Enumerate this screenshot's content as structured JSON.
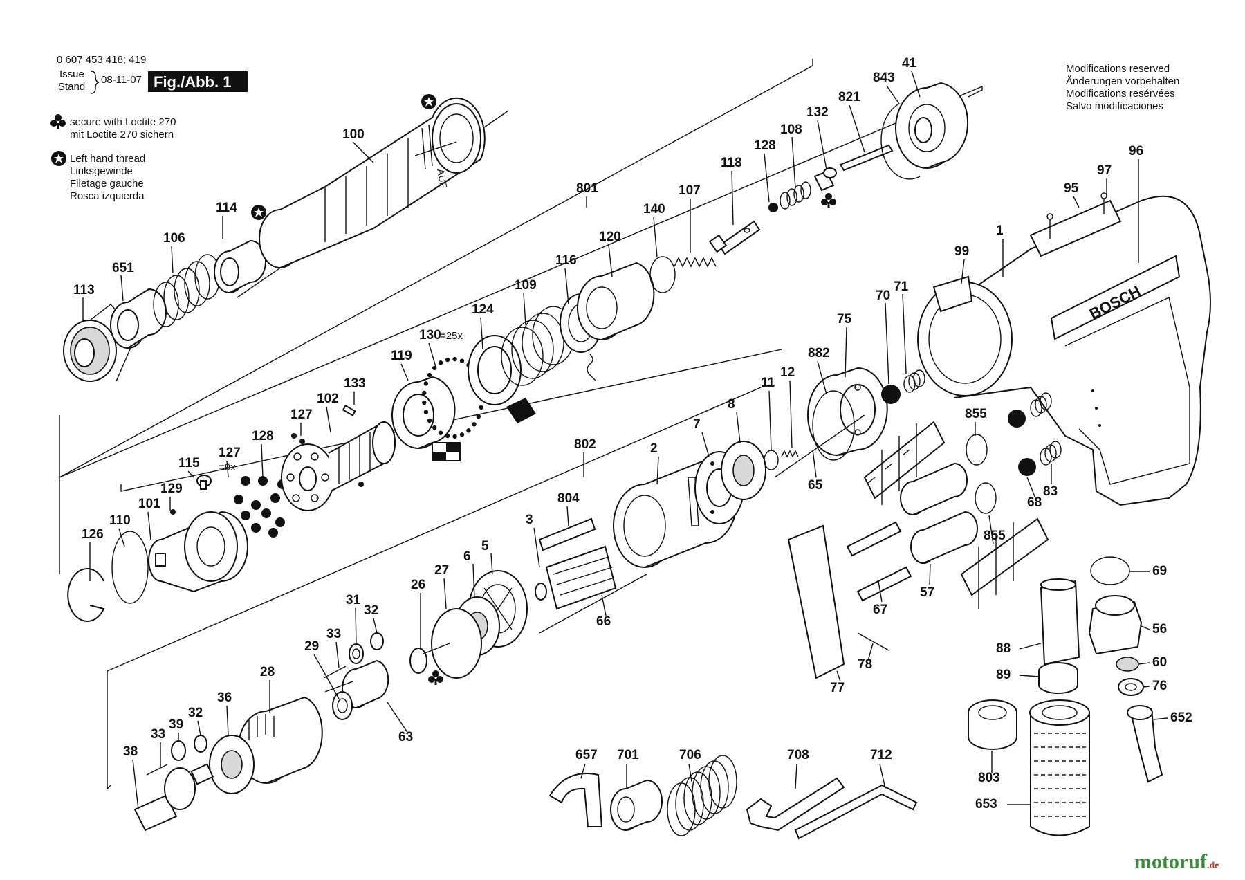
{
  "header": {
    "part_numbers": "0 607 453 418; 419",
    "issue": "Issue",
    "stand": "Stand",
    "date": "08-11-07",
    "figure": "Fig./Abb. 1"
  },
  "legend": {
    "loctite": [
      "secure with Loctite 270",
      "mit Loctite 270 sichern"
    ],
    "left_thread": [
      "Left hand thread",
      "Linksgewinde",
      "Filetage gauche",
      "Rosca izquierda"
    ]
  },
  "modifications": [
    "Modifications reserved",
    "Änderungen vorbehalten",
    "Modifications resérvées",
    "Salvo modificaciones"
  ],
  "parts_text": {
    "auf": "AUF",
    "brand": "BOSCH",
    "count_130": "=25x",
    "count_127": "=9x"
  },
  "callouts": [
    {
      "id": "c100",
      "text": "100"
    },
    {
      "id": "c114",
      "text": "114"
    },
    {
      "id": "c106",
      "text": "106"
    },
    {
      "id": "c651",
      "text": "651"
    },
    {
      "id": "c113",
      "text": "113"
    },
    {
      "id": "c41",
      "text": "41"
    },
    {
      "id": "c843",
      "text": "843"
    },
    {
      "id": "c821",
      "text": "821"
    },
    {
      "id": "c132",
      "text": "132"
    },
    {
      "id": "c108",
      "text": "108"
    },
    {
      "id": "c128a",
      "text": "128"
    },
    {
      "id": "c118",
      "text": "118"
    },
    {
      "id": "c107",
      "text": "107"
    },
    {
      "id": "c140",
      "text": "140"
    },
    {
      "id": "c801",
      "text": "801"
    },
    {
      "id": "c120",
      "text": "120"
    },
    {
      "id": "c116",
      "text": "116"
    },
    {
      "id": "c109",
      "text": "109"
    },
    {
      "id": "c124",
      "text": "124"
    },
    {
      "id": "c130",
      "text": "130"
    },
    {
      "id": "c119",
      "text": "119"
    },
    {
      "id": "c133",
      "text": "133"
    },
    {
      "id": "c102",
      "text": "102"
    },
    {
      "id": "c127a",
      "text": "127"
    },
    {
      "id": "c128b",
      "text": "128"
    },
    {
      "id": "c127b",
      "text": "127"
    },
    {
      "id": "c115",
      "text": "115"
    },
    {
      "id": "c129",
      "text": "129"
    },
    {
      "id": "c101",
      "text": "101"
    },
    {
      "id": "c110",
      "text": "110"
    },
    {
      "id": "c126",
      "text": "126"
    },
    {
      "id": "c96",
      "text": "96"
    },
    {
      "id": "c97",
      "text": "97"
    },
    {
      "id": "c95",
      "text": "95"
    },
    {
      "id": "c1",
      "text": "1"
    },
    {
      "id": "c99",
      "text": "99"
    },
    {
      "id": "c70",
      "text": "70"
    },
    {
      "id": "c71",
      "text": "71"
    },
    {
      "id": "c75",
      "text": "75"
    },
    {
      "id": "c882",
      "text": "882"
    },
    {
      "id": "c11",
      "text": "11"
    },
    {
      "id": "c12",
      "text": "12"
    },
    {
      "id": "c855a",
      "text": "855"
    },
    {
      "id": "c8",
      "text": "8"
    },
    {
      "id": "c7",
      "text": "7"
    },
    {
      "id": "c2",
      "text": "2"
    },
    {
      "id": "c802",
      "text": "802"
    },
    {
      "id": "c65",
      "text": "65"
    },
    {
      "id": "c68",
      "text": "68"
    },
    {
      "id": "c83",
      "text": "83"
    },
    {
      "id": "c804",
      "text": "804"
    },
    {
      "id": "c3",
      "text": "3"
    },
    {
      "id": "c5",
      "text": "5"
    },
    {
      "id": "c6",
      "text": "6"
    },
    {
      "id": "c27",
      "text": "27"
    },
    {
      "id": "c26",
      "text": "26"
    },
    {
      "id": "c66",
      "text": "66"
    },
    {
      "id": "c855b",
      "text": "855"
    },
    {
      "id": "c57",
      "text": "57"
    },
    {
      "id": "c67",
      "text": "67"
    },
    {
      "id": "c69",
      "text": "69"
    },
    {
      "id": "c56",
      "text": "56"
    },
    {
      "id": "c60",
      "text": "60"
    },
    {
      "id": "c76",
      "text": "76"
    },
    {
      "id": "c652",
      "text": "652"
    },
    {
      "id": "c88",
      "text": "88"
    },
    {
      "id": "c89",
      "text": "89"
    },
    {
      "id": "c78",
      "text": "78"
    },
    {
      "id": "c77",
      "text": "77"
    },
    {
      "id": "c32a",
      "text": "32"
    },
    {
      "id": "c31",
      "text": "31"
    },
    {
      "id": "c33a",
      "text": "33"
    },
    {
      "id": "c29",
      "text": "29"
    },
    {
      "id": "c28",
      "text": "28"
    },
    {
      "id": "c36",
      "text": "36"
    },
    {
      "id": "c32b",
      "text": "32"
    },
    {
      "id": "c39",
      "text": "39"
    },
    {
      "id": "c33b",
      "text": "33"
    },
    {
      "id": "c38",
      "text": "38"
    },
    {
      "id": "c63",
      "text": "63"
    },
    {
      "id": "c803",
      "text": "803"
    },
    {
      "id": "c653",
      "text": "653"
    },
    {
      "id": "c657",
      "text": "657"
    },
    {
      "id": "c701",
      "text": "701"
    },
    {
      "id": "c706",
      "text": "706"
    },
    {
      "id": "c708",
      "text": "708"
    },
    {
      "id": "c712",
      "text": "712"
    }
  ],
  "watermark": {
    "part1": "motoruf",
    "part2": ".de"
  }
}
